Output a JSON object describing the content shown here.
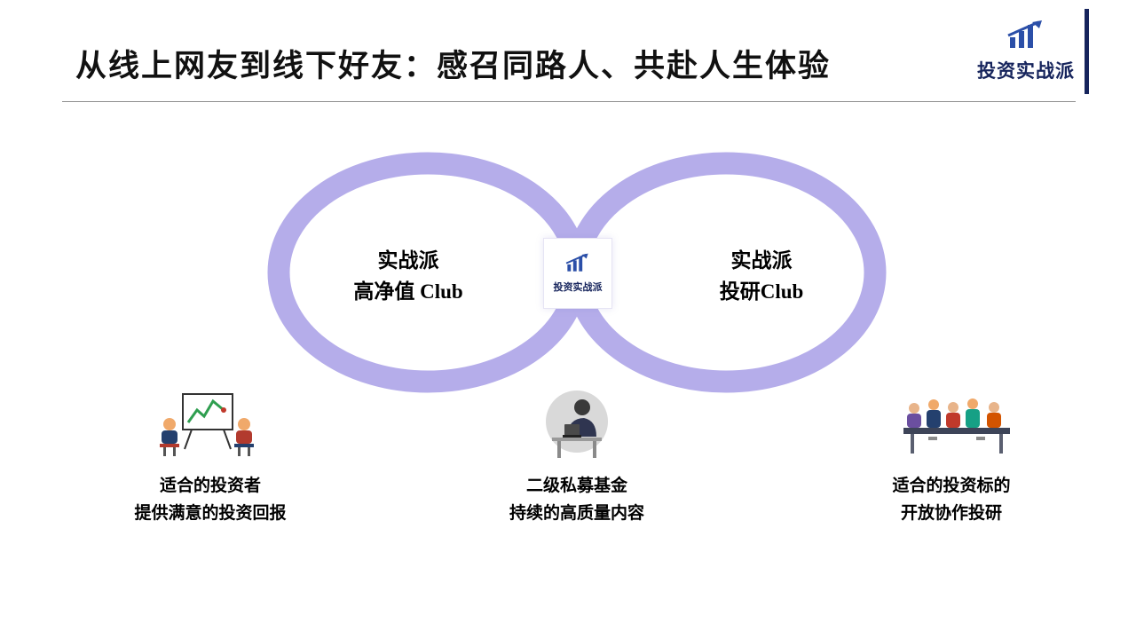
{
  "slide": {
    "title": "从线上网友到线下好友：感召同路人、共赴人生体验"
  },
  "logo": {
    "text": "投资实战派",
    "icon": "bar-chart-arrow-icon"
  },
  "diagram": {
    "shape": "infinity-loop",
    "loop_color": "#b5adea",
    "left_loop": {
      "line1": "实战派",
      "line2": "高净值 Club"
    },
    "right_loop": {
      "line1": "实战派",
      "line2": "投研Club"
    },
    "center_badge": {
      "text": "投资实战派",
      "icon": "bar-chart-arrow-icon"
    }
  },
  "features": [
    {
      "icon": "investors-whiteboard-illustration",
      "line1": "适合的投资者",
      "line2": "提供满意的投资回报"
    },
    {
      "icon": "analyst-at-desk-illustration",
      "line1": "二级私募基金",
      "line2": "持续的高质量内容"
    },
    {
      "icon": "team-meeting-illustration",
      "line1": "适合的投资标的",
      "line2": "开放协作投研"
    }
  ],
  "colors": {
    "brand_navy": "#16245c",
    "logo_blue": "#2b4fa8",
    "loop_purple": "#b5adea"
  }
}
